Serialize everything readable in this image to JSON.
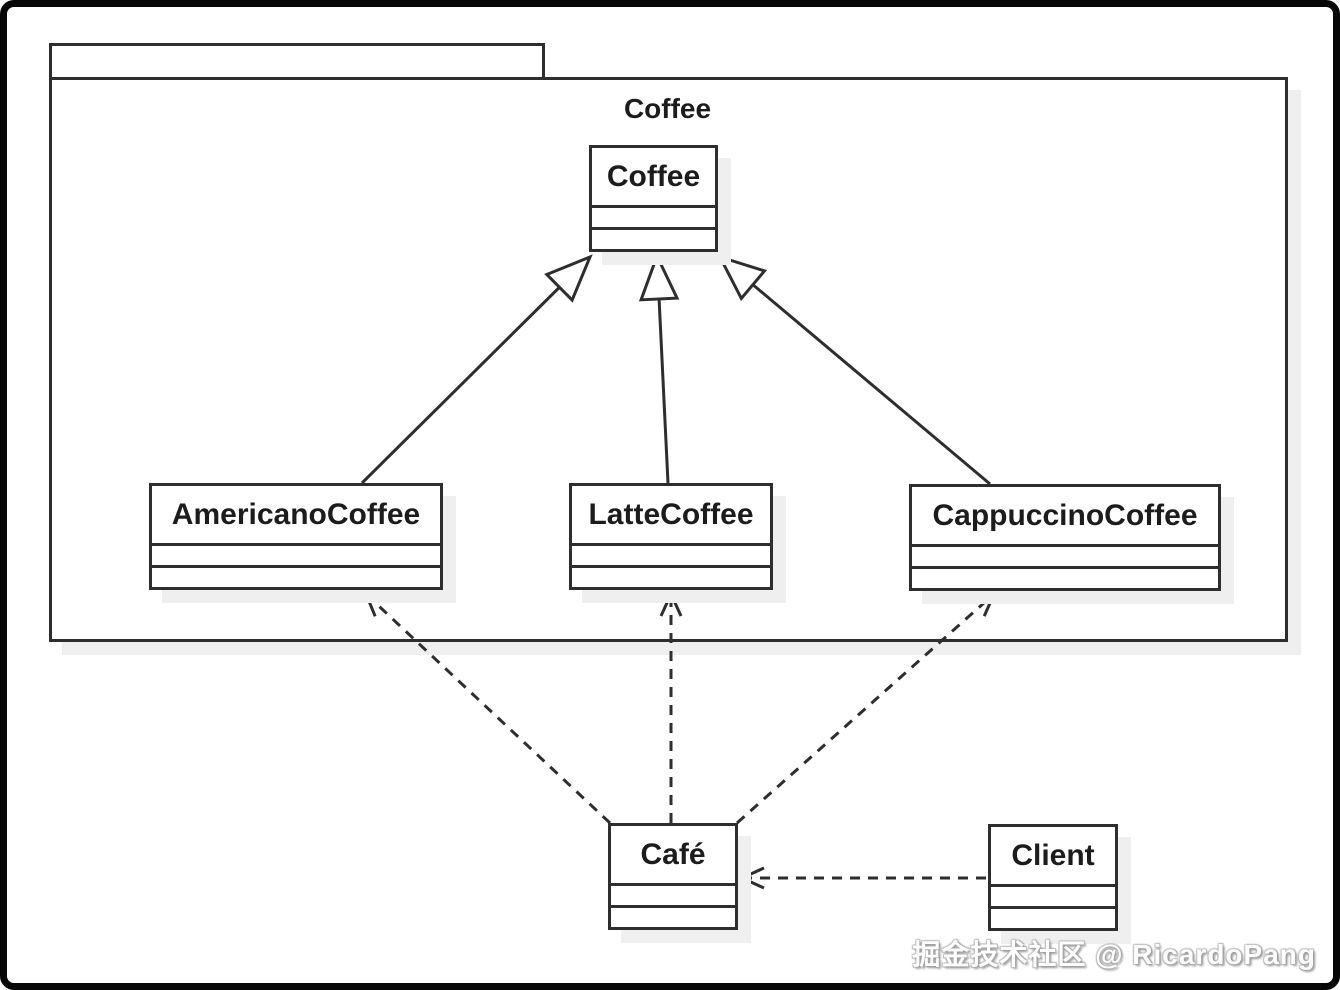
{
  "diagram": {
    "type": "uml-class-diagram",
    "package": {
      "label": "Coffee"
    },
    "classes": {
      "coffee": {
        "name": "Coffee"
      },
      "americano": {
        "name": "AmericanoCoffee"
      },
      "latte": {
        "name": "LatteCoffee"
      },
      "cappuccino": {
        "name": "CappuccinoCoffee"
      },
      "cafe": {
        "name": "Café"
      },
      "client": {
        "name": "Client"
      }
    },
    "relationships": [
      {
        "from": "AmericanoCoffee",
        "to": "Coffee",
        "type": "generalization",
        "line": "solid",
        "arrowhead": "hollow-triangle"
      },
      {
        "from": "LatteCoffee",
        "to": "Coffee",
        "type": "generalization",
        "line": "solid",
        "arrowhead": "hollow-triangle"
      },
      {
        "from": "CappuccinoCoffee",
        "to": "Coffee",
        "type": "generalization",
        "line": "solid",
        "arrowhead": "hollow-triangle"
      },
      {
        "from": "Café",
        "to": "AmericanoCoffee",
        "type": "dependency",
        "line": "dashed",
        "arrowhead": "open"
      },
      {
        "from": "Café",
        "to": "LatteCoffee",
        "type": "dependency",
        "line": "dashed",
        "arrowhead": "open"
      },
      {
        "from": "Café",
        "to": "CappuccinoCoffee",
        "type": "dependency",
        "line": "dashed",
        "arrowhead": "open"
      },
      {
        "from": "Client",
        "to": "Café",
        "type": "dependency",
        "line": "dashed",
        "arrowhead": "open"
      }
    ],
    "colors": {
      "stroke": "#2e2e2e",
      "fill": "#ffffff",
      "shadow": "#efefef",
      "frame": "#070707"
    }
  },
  "watermark": {
    "text": "掘金技术社区 @ RicardoPang"
  }
}
